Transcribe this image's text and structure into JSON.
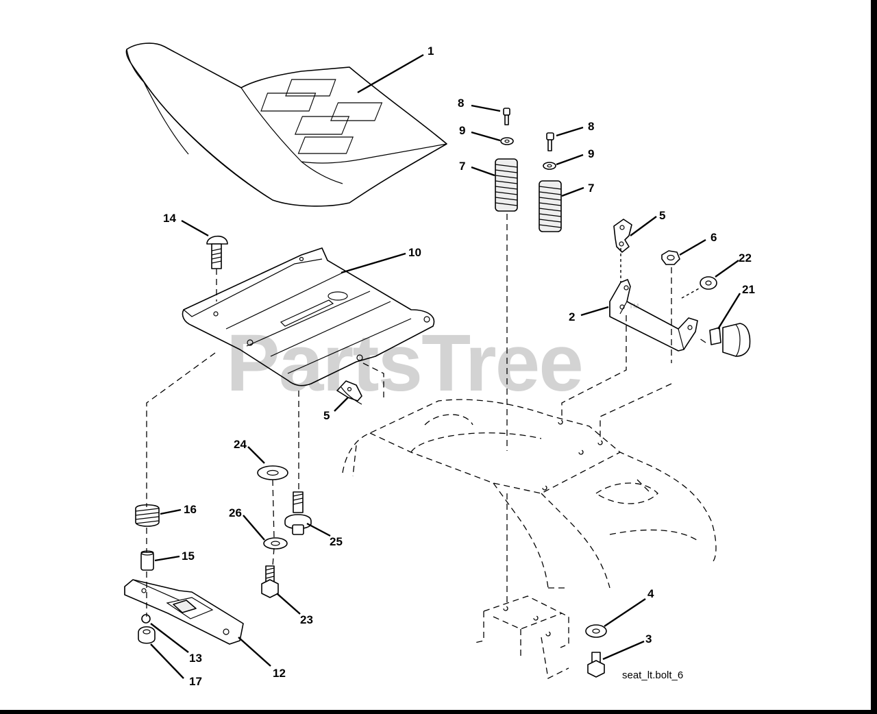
{
  "watermark": {
    "text": "PartsTree",
    "mark": "TM"
  },
  "diagram_code": "seat_lt.bolt_6",
  "callouts": [
    {
      "id": "c1",
      "label": "1"
    },
    {
      "id": "c8a",
      "label": "8"
    },
    {
      "id": "c8b",
      "label": "8"
    },
    {
      "id": "c9a",
      "label": "9"
    },
    {
      "id": "c9b",
      "label": "9"
    },
    {
      "id": "c7a",
      "label": "7"
    },
    {
      "id": "c7b",
      "label": "7"
    },
    {
      "id": "c5a",
      "label": "5"
    },
    {
      "id": "c6",
      "label": "6"
    },
    {
      "id": "c22",
      "label": "22"
    },
    {
      "id": "c21",
      "label": "21"
    },
    {
      "id": "c2",
      "label": "2"
    },
    {
      "id": "c14",
      "label": "14"
    },
    {
      "id": "c10",
      "label": "10"
    },
    {
      "id": "c5b",
      "label": "5"
    },
    {
      "id": "c24",
      "label": "24"
    },
    {
      "id": "c16",
      "label": "16"
    },
    {
      "id": "c26",
      "label": "26"
    },
    {
      "id": "c25",
      "label": "25"
    },
    {
      "id": "c15",
      "label": "15"
    },
    {
      "id": "c23",
      "label": "23"
    },
    {
      "id": "c4",
      "label": "4"
    },
    {
      "id": "c3",
      "label": "3"
    },
    {
      "id": "c13",
      "label": "13"
    },
    {
      "id": "c12",
      "label": "12"
    },
    {
      "id": "c17",
      "label": "17"
    }
  ]
}
